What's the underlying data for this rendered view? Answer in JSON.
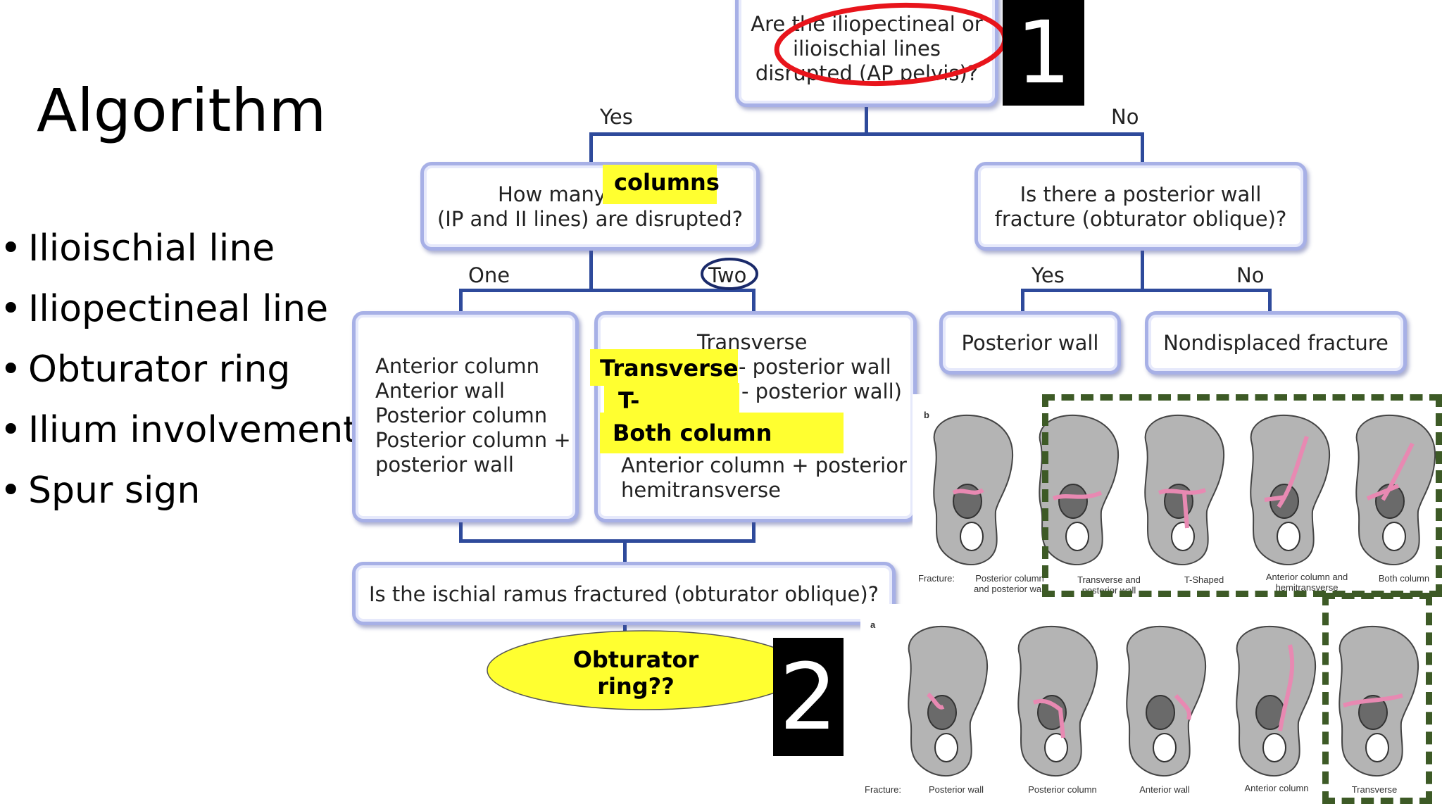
{
  "slide": {
    "title": "Algorithm",
    "bullets": [
      "Ilioischial line",
      "Iliopectineal line",
      "Obturator ring",
      "Ilium involvement",
      "Spur sign"
    ]
  },
  "flowchart": {
    "top_question": {
      "line1": "Are the iliopectineal or",
      "line2": "ilioischial lines",
      "line3": "disrupted (AP pelvis)?"
    },
    "yes": "Yes",
    "no": "No",
    "columns_question": {
      "line1": "How many",
      "line2": "(IP and II lines) are disrupted?"
    },
    "posterior_wall_question": {
      "line1": "Is there a posterior wall",
      "line2": "fracture (obturator oblique)?"
    },
    "one": "One",
    "two": "Two",
    "yes2": "Yes",
    "no2": "No",
    "one_list": [
      "Anterior column",
      "Anterior wall",
      "Posterior column",
      "Posterior column +",
      "posterior wall"
    ],
    "two_list": {
      "transverse": "Transverse",
      "plus_posterior_wall": "- posterior wall",
      "posterior_wall_paren": "- posterior wall)",
      "anterior_plus": "Anterior column + posterior",
      "hemitransverse": "hemitransverse"
    },
    "posterior_wall": "Posterior wall",
    "nondisplaced": "Nondisplaced fracture",
    "ischial_question": "Is the ischial ramus fractured (obturator oblique)?"
  },
  "annotations": {
    "columns": "columns",
    "transverse": "Transverse",
    "t_shaped": "T- shaped",
    "both_column": "Both column",
    "obturator": "Obturator ring??",
    "badge1": "1",
    "badge2": "2"
  },
  "figure_b": {
    "label": "b",
    "fracture_label": "Fracture:",
    "captions": [
      [
        "Posterior column",
        "and posterior wall"
      ],
      [
        "Transverse and",
        "posterior wall"
      ],
      [
        "T-Shaped"
      ],
      [
        "Anterior column and",
        "hemitransverse"
      ],
      [
        "Both column"
      ]
    ]
  },
  "figure_a": {
    "label": "a",
    "fracture_label": "Fracture:",
    "captions": [
      "Posterior wall",
      "Posterior column",
      "Anterior wall",
      "Anterior column",
      "Transverse"
    ]
  },
  "colors": {
    "connector": "#2e4a9b",
    "box_border": "#a7b0e6",
    "highlight": "#ffff30",
    "circle_red": "#e8141b",
    "circle_navy": "#1a2a6a",
    "dash_green": "#3d5a26",
    "fracture_pink": "#e889b2",
    "bone_gray": "#b4b4b4"
  }
}
